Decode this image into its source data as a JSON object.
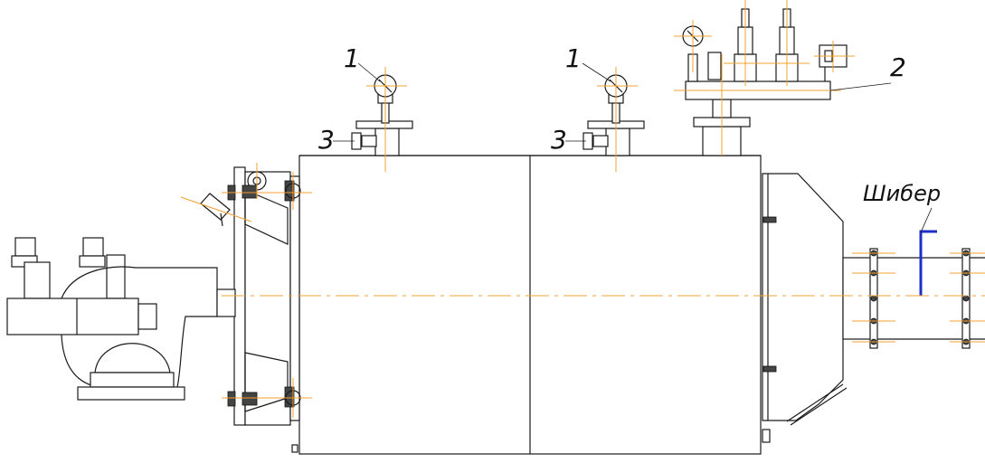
{
  "callouts": {
    "gauge_left": "1",
    "gauge_right": "1",
    "manifold": "2",
    "valve_left": "3",
    "valve_right": "3"
  },
  "damper_label": "Шибер",
  "colors": {
    "line": "#1a1a1a",
    "axis": "#f0a030",
    "damper": "#1e2fc8"
  }
}
